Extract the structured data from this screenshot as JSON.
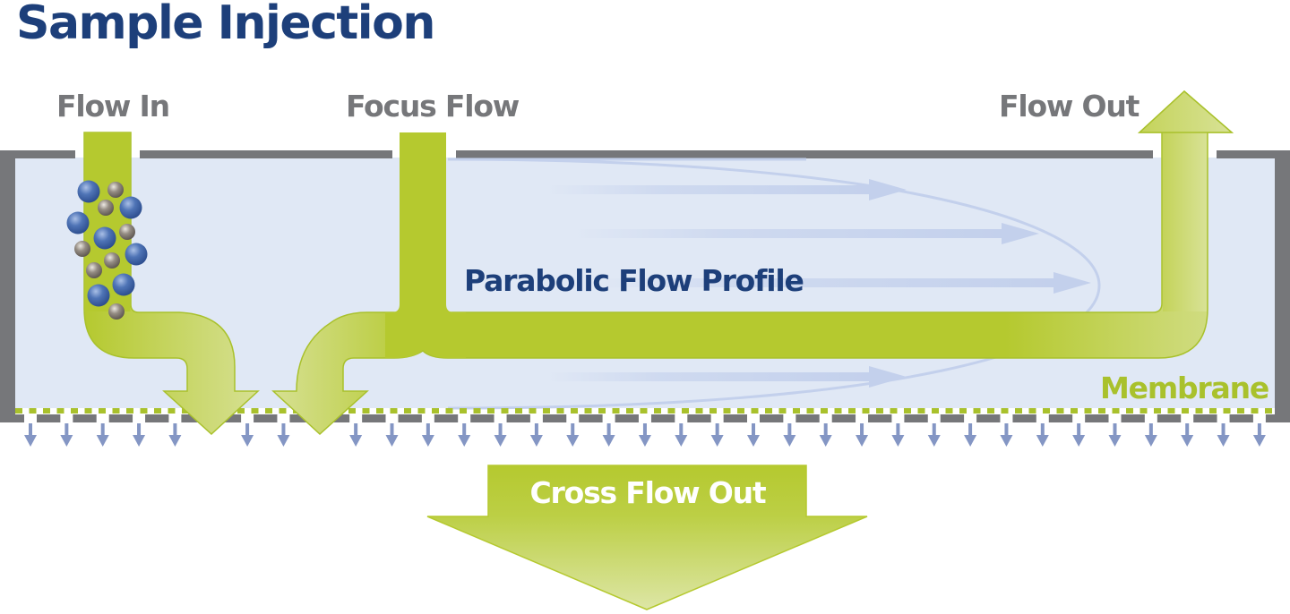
{
  "title": "Sample Injection",
  "labels": {
    "flow_in": "Flow In",
    "focus_flow": "Focus Flow",
    "flow_out": "Flow Out",
    "parabolic_flow_profile": "Parabolic Flow Profile",
    "membrane": "Membrane",
    "cross_flow_out": "Cross Flow Out"
  },
  "colors": {
    "title": "#1d3f7a",
    "label_grey": "#76777a",
    "channel_fill": "#e0e8f5",
    "wall": "#76777a",
    "flow_green": "#b5c92f",
    "flow_green_light": "#d6e092",
    "membrane_green": "#a9c12c",
    "profile_blue": "#c3d0ec",
    "drain_arrow": "#8496c4",
    "particle_large": "#4a6fb0",
    "particle_small": "#8f8880"
  },
  "particles": {
    "large_count": 7,
    "small_count": 7
  },
  "profile_arrows": 4
}
